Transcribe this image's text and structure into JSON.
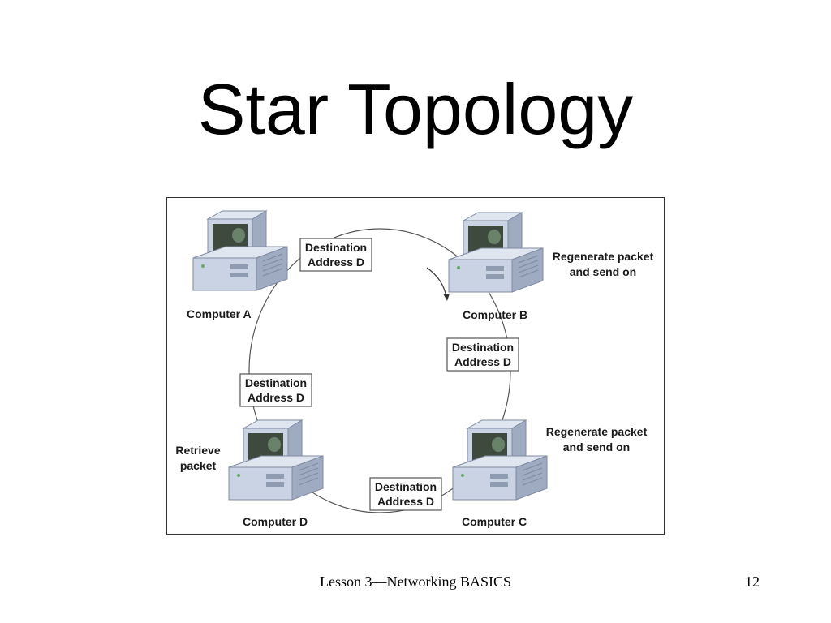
{
  "slide": {
    "title": "Star Topology",
    "footer": "Lesson 3—Networking BASICS",
    "page_number": "12"
  },
  "diagram": {
    "computers": [
      {
        "id": "a",
        "label": "Computer A"
      },
      {
        "id": "b",
        "label": "Computer B"
      },
      {
        "id": "c",
        "label": "Computer C"
      },
      {
        "id": "d",
        "label": "Computer D"
      }
    ],
    "packet_boxes": [
      {
        "line1": "Destination",
        "line2": "Address D"
      },
      {
        "line1": "Destination",
        "line2": "Address D"
      },
      {
        "line1": "Destination",
        "line2": "Address D"
      },
      {
        "line1": "Destination",
        "line2": "Address D"
      }
    ],
    "notes": {
      "b": {
        "line1": "Regenerate packet",
        "line2": "and send on"
      },
      "c": {
        "line1": "Regenerate packet",
        "line2": "and send on"
      },
      "d": {
        "line1": "Retrieve",
        "line2": "packet"
      }
    },
    "colors": {
      "ring": "#555555",
      "computer_body": "#c9d3e3",
      "computer_shade": "#9eabc0",
      "screen": "#3f4a3f",
      "box_border": "#555555"
    }
  }
}
